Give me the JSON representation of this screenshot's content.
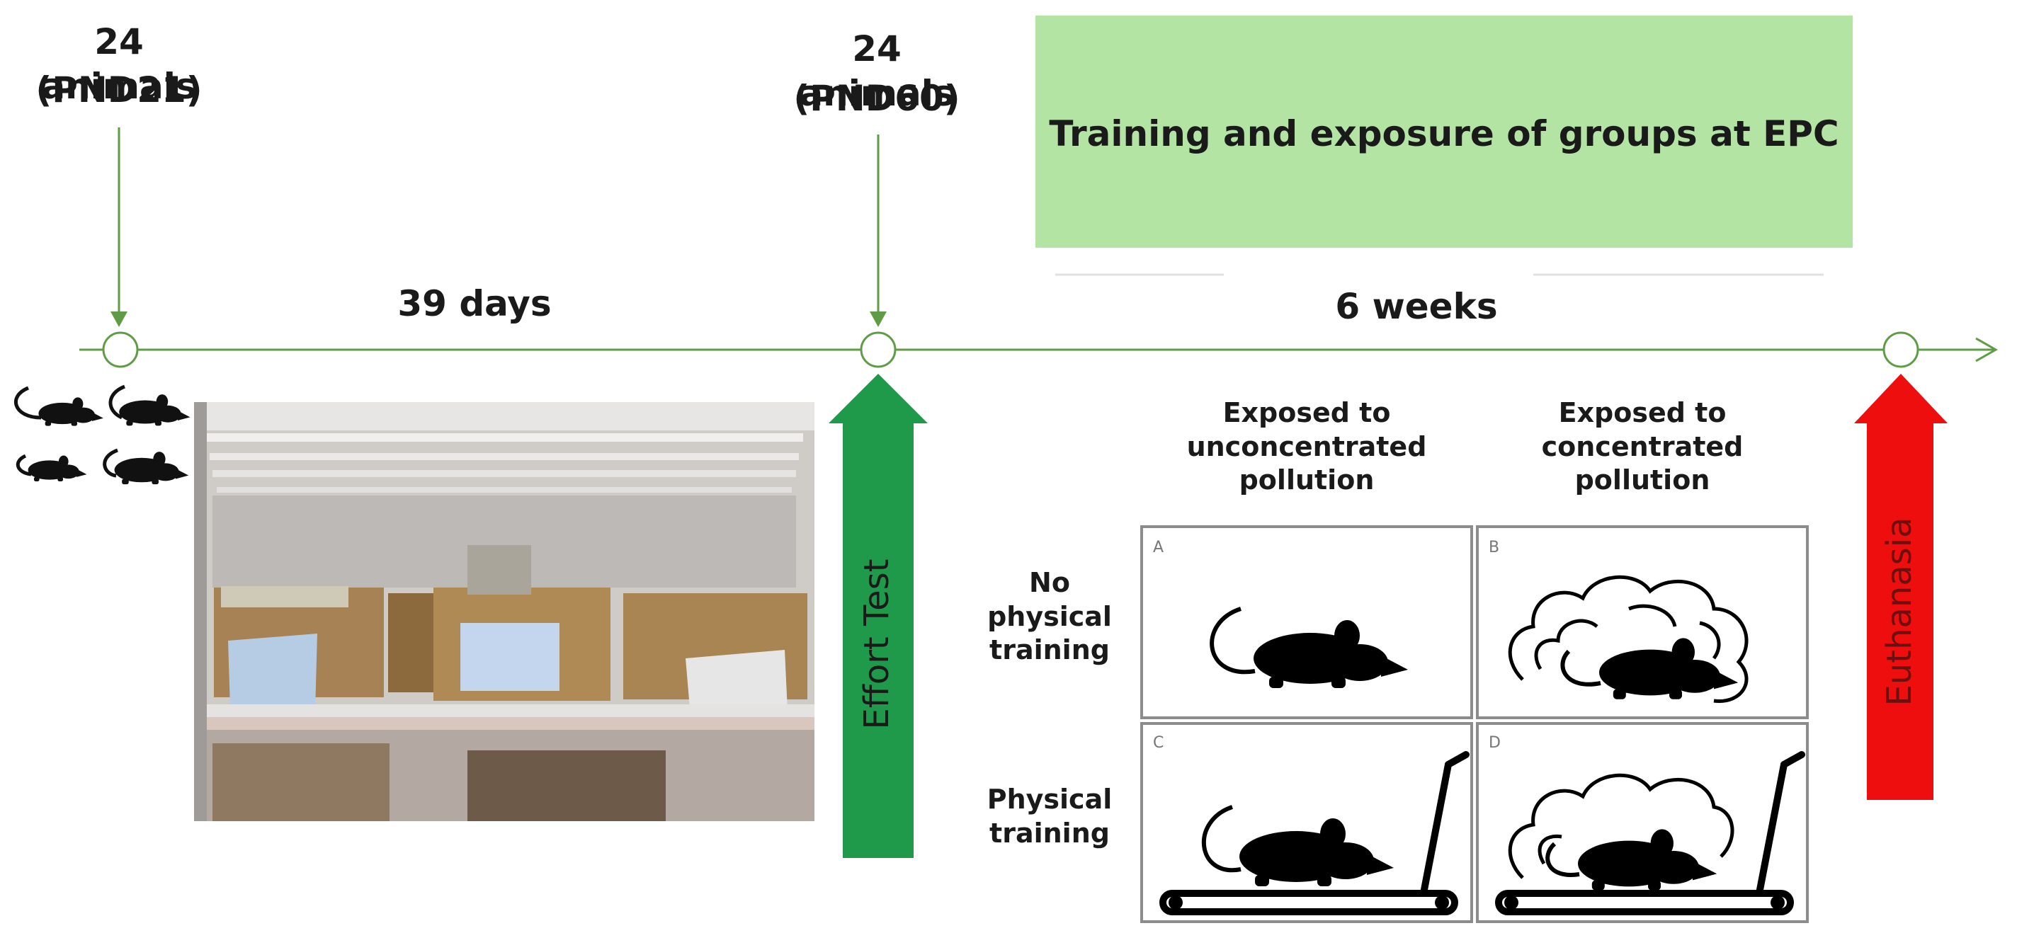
{
  "start": {
    "count_label": "24 animals",
    "age_label": "(PND21)"
  },
  "mid": {
    "count_label": "24 animals",
    "age_label": "(PND60)"
  },
  "phase1": {
    "duration_label": "39 days"
  },
  "phase2": {
    "duration_label": "6 weeks"
  },
  "banner": {
    "text": "Training and exposure of groups at EPC",
    "color": "#b3e4a4"
  },
  "arrows": {
    "effort": {
      "label": "Effort Test",
      "color": "#1f9a4b"
    },
    "euthanasia": {
      "label": "Euthanasia",
      "color": "#ee0e0e"
    }
  },
  "timeline": {
    "color": "#5e9d45"
  },
  "design": {
    "columns": [
      "Exposed to\nunconcentrated\npollution",
      "Exposed to\nconcentrated\npollution"
    ],
    "rows": [
      "No\nphysical\ntraining",
      "Physical\ntraining"
    ],
    "panels": [
      {
        "letter": "A",
        "icon": "mouse-icon"
      },
      {
        "letter": "B",
        "icon": "mouse-in-smog-icon"
      },
      {
        "letter": "C",
        "icon": "mouse-on-treadmill-icon"
      },
      {
        "letter": "D",
        "icon": "mouse-on-treadmill-in-smog-icon"
      }
    ]
  }
}
